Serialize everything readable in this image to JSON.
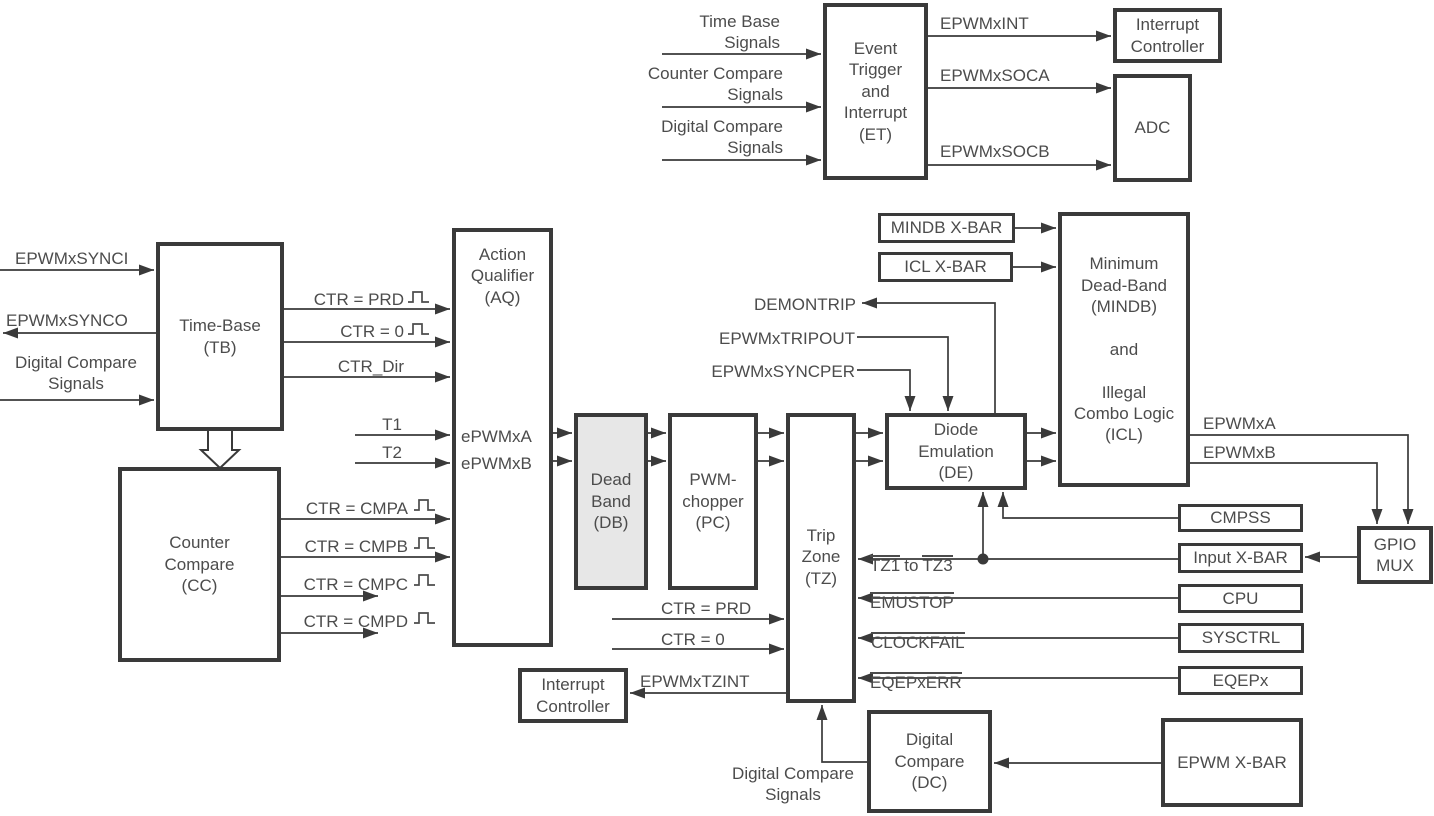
{
  "title": "ePWM Module Block Diagram",
  "colors": {
    "line": "#3a3a3a",
    "text": "#4c4c4c",
    "box_background": "#ffffff",
    "dead_band_background": "#e7e7e7",
    "page_background": "#ffffff"
  },
  "blocks": {
    "event_trigger": {
      "label": "Event\nTrigger\nand\nInterrupt\n(ET)"
    },
    "interrupt_controller_top": {
      "label": "Interrupt\nController"
    },
    "adc": {
      "label": "ADC"
    },
    "time_base": {
      "label": "Time-Base\n(TB)"
    },
    "counter_compare": {
      "label": "Counter\nCompare\n(CC)"
    },
    "action_qualifier": {
      "label": "Action\nQualifier\n(AQ)",
      "port_a": "ePWMxA",
      "port_b": "ePWMxB"
    },
    "dead_band": {
      "label": "Dead\nBand\n(DB)"
    },
    "pwm_chopper": {
      "label": "PWM-\nchopper\n(PC)"
    },
    "trip_zone": {
      "label": "Trip\nZone\n(TZ)"
    },
    "diode_emulation": {
      "label": "Diode\nEmulation\n(DE)"
    },
    "mindb_icl": {
      "label": "Minimum\nDead-Band\n(MINDB)\n\nand\n\nIllegal\nCombo Logic\n(ICL)"
    },
    "mindb_xbar": {
      "label": "MINDB X-BAR"
    },
    "icl_xbar": {
      "label": "ICL X-BAR"
    },
    "cmpss": {
      "label": "CMPSS"
    },
    "input_xbar": {
      "label": "Input X-BAR"
    },
    "cpu": {
      "label": "CPU"
    },
    "sysctrl": {
      "label": "SYSCTRL"
    },
    "eqepx": {
      "label": "EQEPx"
    },
    "gpio_mux": {
      "label": "GPIO\nMUX"
    },
    "interrupt_controller_bottom": {
      "label": "Interrupt\nController"
    },
    "digital_compare": {
      "label": "Digital\nCompare\n(DC)"
    },
    "epwm_xbar": {
      "label": "EPWM X-BAR"
    }
  },
  "signals": {
    "time_base_signals": "Time Base\nSignals",
    "counter_compare_signals": "Counter Compare\nSignals",
    "digital_compare_signals_top": "Digital Compare\nSignals",
    "epwmxint": "EPWMxINT",
    "epwmxsoca": "EPWMxSOCA",
    "epwmxsocb": "EPWMxSOCB",
    "epwmxsynci": "EPWMxSYNCI",
    "epwmxsynco": "EPWMxSYNCO",
    "digital_compare_signals_left": "Digital Compare\nSignals",
    "ctr_prd": "CTR = PRD",
    "ctr_zero": "CTR = 0",
    "ctr_dir": "CTR_Dir",
    "t1": "T1",
    "t2": "T2",
    "ctr_cmpa": "CTR = CMPA",
    "ctr_cmpb": "CTR = CMPB",
    "ctr_cmpc": "CTR = CMPC",
    "ctr_cmpd": "CTR = CMPD",
    "ctr_prd_tz": "CTR = PRD",
    "ctr_zero_tz": "CTR = 0",
    "demontrip": "DEMONTRIP",
    "epwmxtripout": "EPWMxTRIPOUT",
    "epwmxsyncper": "EPWMxSYNCPER",
    "tz1": "TZ1",
    "tz_to": "to",
    "tz3": "TZ3",
    "emustop": "EMUSTOP",
    "clockfail": "CLOCKFAIL",
    "eqepxerr": "EQEPxERR",
    "epwmxtzint": "EPWMxTZINT",
    "epwmxa_out": "EPWMxA",
    "epwmxb_out": "EPWMxB",
    "digital_compare_signals_bottom": "Digital Compare\nSignals"
  }
}
